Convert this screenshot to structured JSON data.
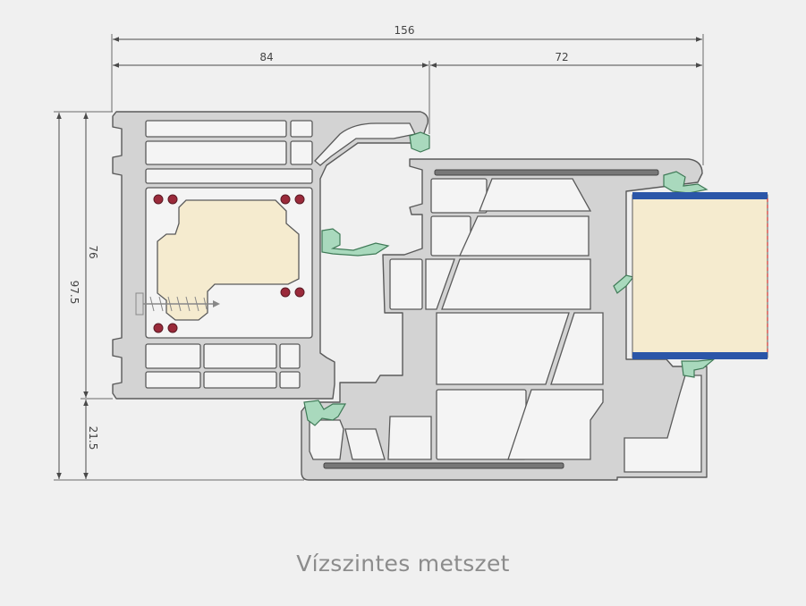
{
  "dimensions": {
    "overall_width": "156",
    "sash_width": "84",
    "frame_width": "72",
    "total_height": "97.5",
    "sash_height": "76",
    "lower_height": "21.5"
  },
  "caption": "Vízszintes metszet",
  "colors": {
    "background": "#f0f0f0",
    "profile": "#d3d3d3",
    "profile_outline": "#5a5a5a",
    "gasket": "#a9d9bd",
    "steel_core": "#f5ebcf",
    "bolt": "#9a2a3a",
    "glass_edge_blue": "#2b56a8",
    "glass_edge_red": "#d33333",
    "strip": "#777777"
  }
}
